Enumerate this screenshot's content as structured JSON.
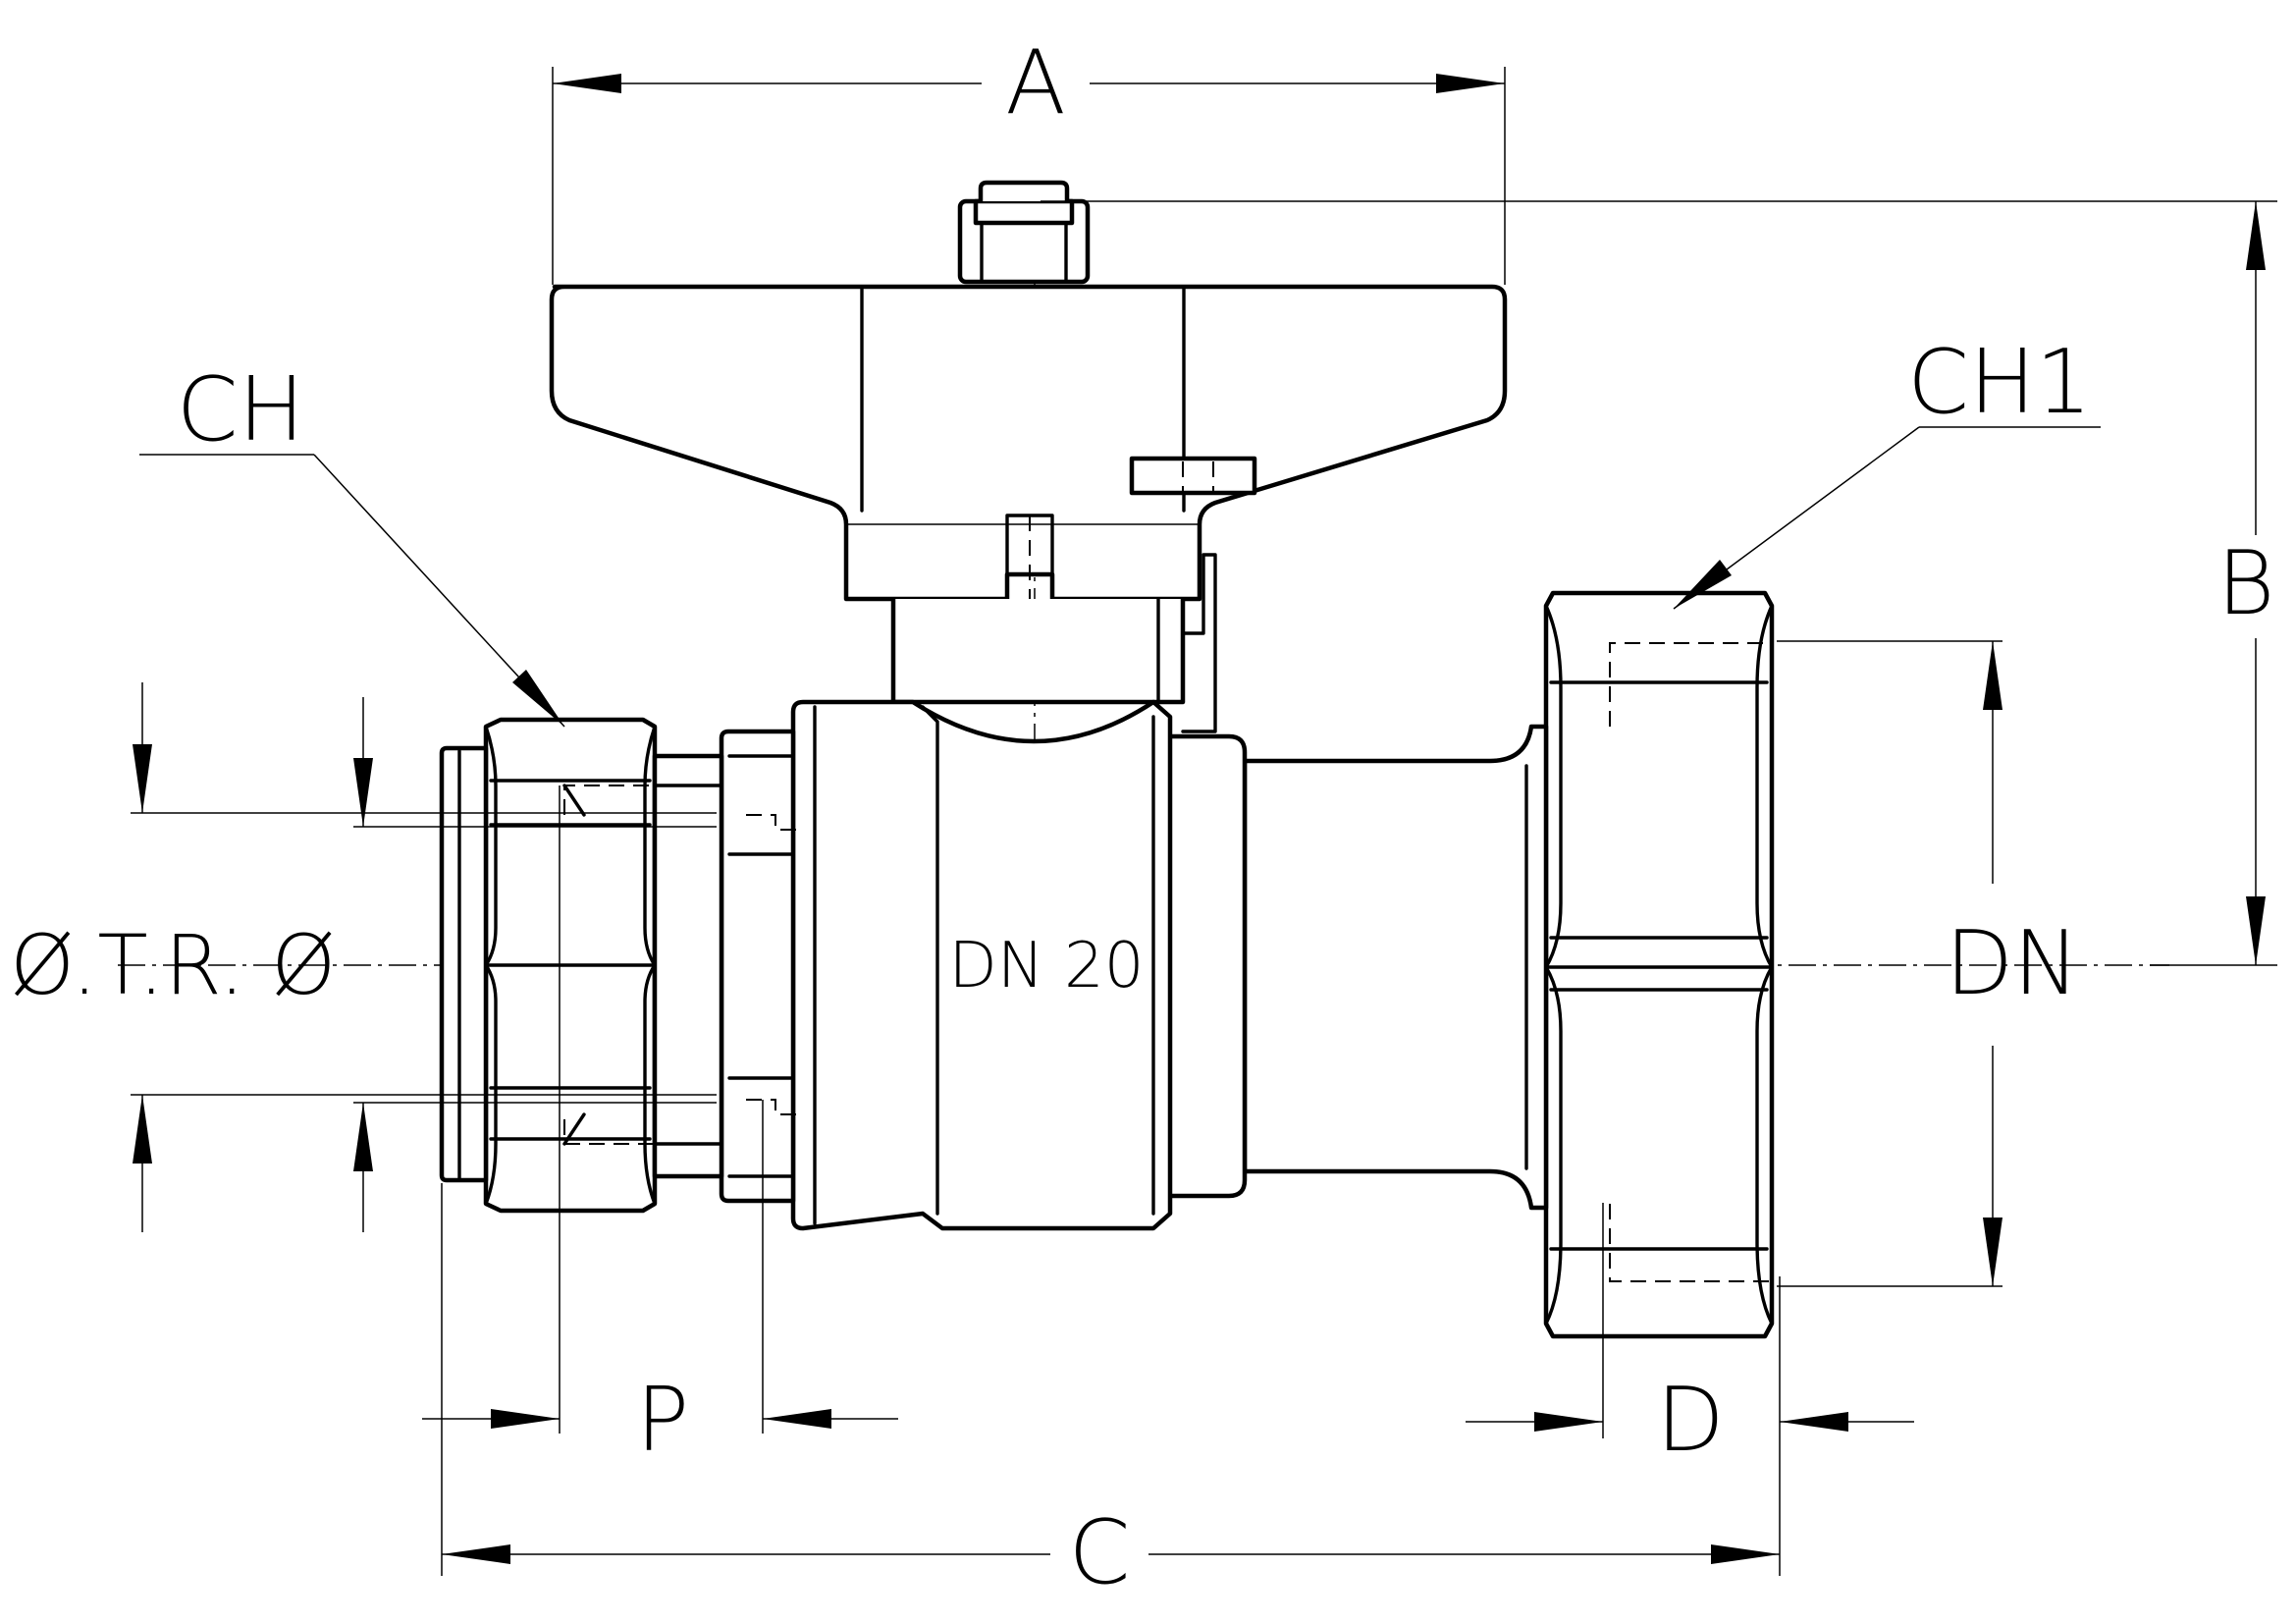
{
  "labels": {
    "dim_a": "A",
    "dim_b": "B",
    "dim_c": "C",
    "dim_d": "D",
    "dim_p": "P",
    "dim_dn": "DN",
    "hex_ch": "CH",
    "hex_ch1": "CH1",
    "pipe_diameter": "Ø.T.R. Ø",
    "body_marking": "DN 20"
  }
}
